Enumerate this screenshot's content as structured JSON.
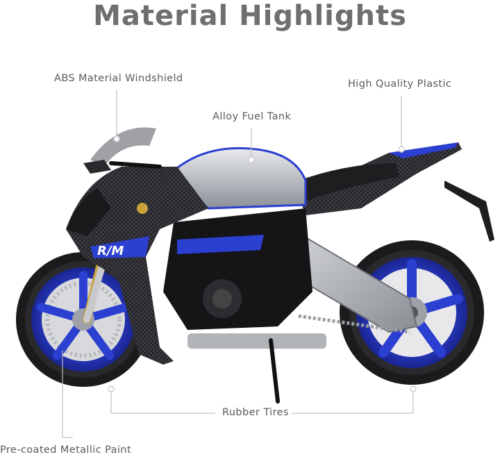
{
  "title": "Material Highlights",
  "callouts": {
    "windshield": "ABS Material Windshield",
    "fuel_tank": "Alloy Fuel Tank",
    "plastic": "High Quality Plastic",
    "tires": "Rubber Tires",
    "paint": "Pre-coated Metallic Paint"
  },
  "badge": "R/M",
  "colors": {
    "accent_blue": "#2b3fd1",
    "carbon": "#2a2a2e",
    "silver": "#b9bcc2",
    "title_gray": "#6f6f6f"
  }
}
